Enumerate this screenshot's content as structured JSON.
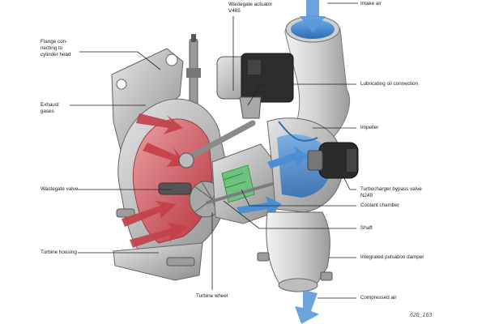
{
  "diagram": {
    "labels": {
      "wastegate_actuator": {
        "line1": "Wastegate actuator",
        "line2": "V465"
      },
      "intake_air": "Intake air",
      "flange": {
        "line1": "Flange con-",
        "line2": "necting to",
        "line3": "cylinder head"
      },
      "exhaust_gases": {
        "line1": "Exhaust",
        "line2": "gases"
      },
      "lubricating_oil": "Lubricating oil connection",
      "impeller": "Impeller",
      "wastegate_valve": "Wastegate valve",
      "bypass_valve": {
        "line1": "Turbocharger bypass valve",
        "line2": "N249"
      },
      "coolant_chamber": "Coolant chamber",
      "shaft": "Shaft",
      "turbine_housing": "Turbine housing",
      "pulsation_damper": "Integrated pulsation damper",
      "turbine_wheel": "Turbine wheel",
      "compressed_air": "Compressed air"
    },
    "figure_ref": "626_163",
    "colors": {
      "exhaust": "#c4404a",
      "intake": "#4a8fd6",
      "coolant": "#3aa050",
      "metal": "#b8b8b8",
      "leader": "#222222"
    }
  }
}
